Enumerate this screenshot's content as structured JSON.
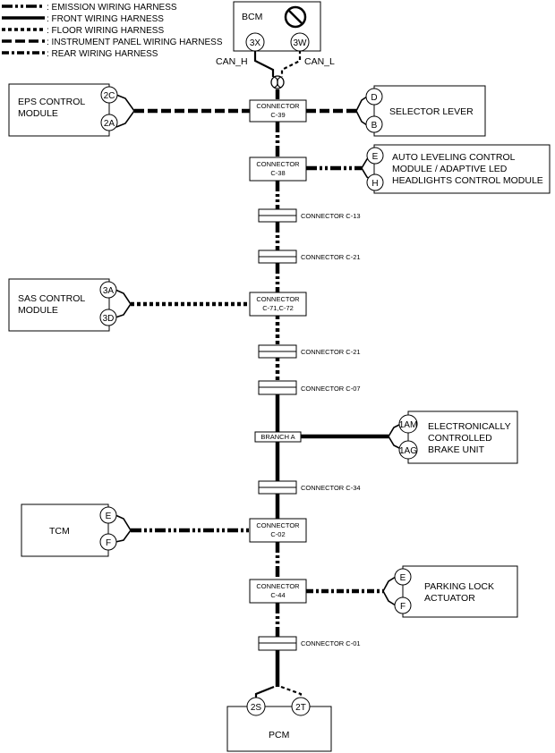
{
  "legend": [
    {
      "key": "emission",
      "label": ": EMISSION WIRING HARNESS"
    },
    {
      "key": "front",
      "label": ": FRONT WIRING HARNESS"
    },
    {
      "key": "floor",
      "label": ": FLOOR WIRING HARNESS"
    },
    {
      "key": "ip",
      "label": ": INSTRUMENT PANEL WIRING HARNESS"
    },
    {
      "key": "rear",
      "label": ": REAR WIRING HARNESS"
    }
  ],
  "bcm": {
    "title": "BCM",
    "icon": "prohibited-icon",
    "pin_h": "3X",
    "pin_l": "3W",
    "can_h": "CAN_H",
    "can_l": "CAN_L"
  },
  "eps": {
    "line1": "EPS CONTROL",
    "line2": "MODULE",
    "pin1": "2C",
    "pin2": "2A"
  },
  "selector": {
    "label": "SELECTOR LEVER",
    "pin1": "D",
    "pin2": "B"
  },
  "auto_leveling": {
    "line1": "AUTO LEVELING CONTROL",
    "line2": "MODULE / ADAPTIVE LED",
    "line3": "HEADLIGHTS CONTROL MODULE",
    "pin1": "E",
    "pin2": "H"
  },
  "sas": {
    "line1": "SAS CONTROL",
    "line2": "MODULE",
    "pin1": "3A",
    "pin2": "3D"
  },
  "brake": {
    "line1": "ELECTRONICALLY",
    "line2": "CONTROLLED",
    "line3": "BRAKE UNIT",
    "pin1": "1AM",
    "pin2": "1AG"
  },
  "tcm": {
    "label": "TCM",
    "pin1": "E",
    "pin2": "F"
  },
  "parking": {
    "line1": "PARKING LOCK",
    "line2": "ACTUATOR",
    "pin1": "E",
    "pin2": "F"
  },
  "pcm": {
    "label": "PCM",
    "pin1": "2S",
    "pin2": "2T"
  },
  "connectors": {
    "c39": {
      "line1": "CONNECTOR",
      "line2": "C-39"
    },
    "c38": {
      "line1": "CONNECTOR",
      "line2": "C-38"
    },
    "c71": {
      "line1": "CONNECTOR",
      "line2": "C-71,C-72"
    },
    "c02": {
      "line1": "CONNECTOR",
      "line2": "C-02"
    },
    "c44": {
      "line1": "CONNECTOR",
      "line2": "C-44"
    },
    "branch_a": "BRANCH A",
    "c13": "CONNECTOR C-13",
    "c21a": "CONNECTOR C-21",
    "c21b": "CONNECTOR C-21",
    "c07": "CONNECTOR C-07",
    "c34": "CONNECTOR C-34",
    "c01": "CONNECTOR C-01"
  }
}
